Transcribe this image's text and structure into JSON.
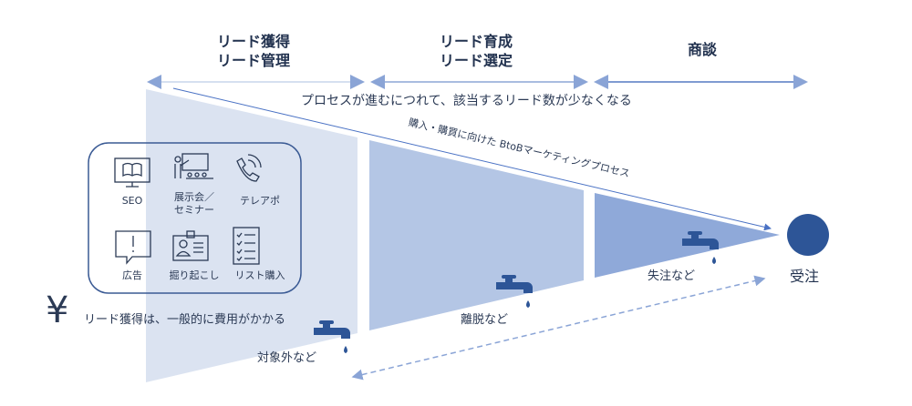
{
  "stages": [
    {
      "line1": "リード獲得",
      "line2": "リード管理"
    },
    {
      "line1": "リード育成",
      "line2": "リード選定"
    },
    {
      "line1": "商談",
      "line2": ""
    }
  ],
  "process_caption": "プロセスが進むにつれて、該当するリード数が少なくなる",
  "diagonal_label": "購入・購買に向けた BtoBマーケティングプロセス",
  "channels": [
    {
      "label": "SEO",
      "icon": "monitor-book-icon"
    },
    {
      "label": "展示会／\nセミナー",
      "icon": "presentation-icon"
    },
    {
      "label": "テレアポ",
      "icon": "phone-icon"
    },
    {
      "label": "広告",
      "icon": "speech-alert-icon"
    },
    {
      "label": "掘り起こし",
      "icon": "id-card-icon"
    },
    {
      "label": "リスト購入",
      "icon": "checklist-icon"
    }
  ],
  "cost_symbol": "¥",
  "cost_note": "リード獲得は、一般的に費用がかかる",
  "leaks": [
    "対象外など",
    "離脱など",
    "失注など"
  ],
  "result": "受注",
  "colors": {
    "stage1": "#dbe3f1",
    "stage2": "#b4c6e5",
    "stage3": "#8fa9d9",
    "accent": "#2d5597"
  }
}
